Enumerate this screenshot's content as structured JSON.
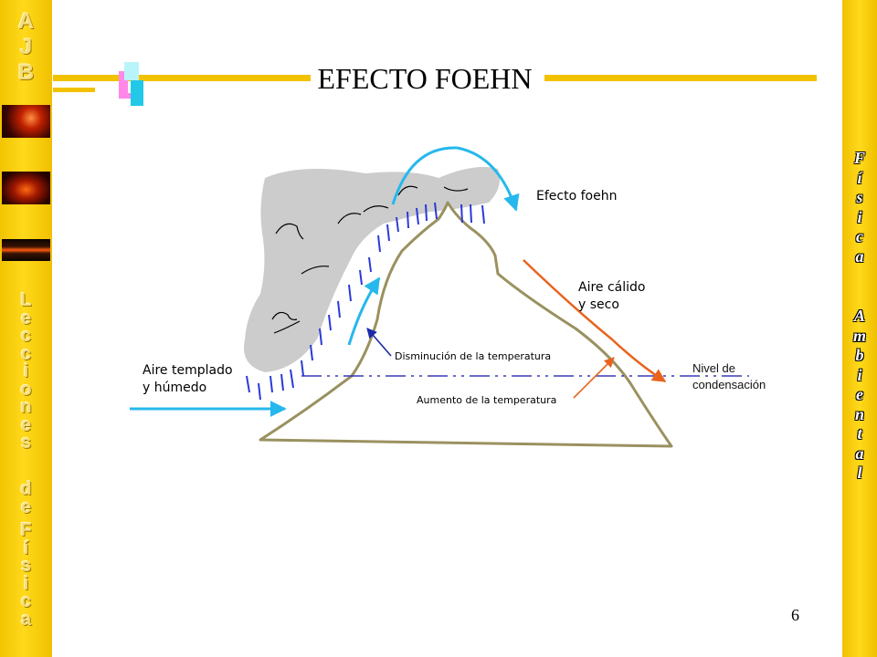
{
  "slide": {
    "title": "EFECTO FOEHN",
    "page_number": "6"
  },
  "left_sidebar": {
    "initials": [
      "A",
      "J",
      "B"
    ],
    "word_lecciones": "L\ne\nc\nc\ni\no\nn\ne\ns",
    "word_de": "d\ne",
    "word_fisica": "F\ní\ns\ni\nc\na"
  },
  "right_sidebar": {
    "word_fisica": "F\ní\ns\ni\nc\na",
    "word_ambiental": "A\nm\nb\ni\ne\nn\nt\na\nl"
  },
  "diagram": {
    "labels": {
      "efecto_foehn": "Efecto foehn",
      "aire_calido_1": "Aire cálido",
      "aire_calido_2": "y seco",
      "aire_templado_1": "Aire templado",
      "aire_templado_2": "y húmedo",
      "disminucion": "Disminución de la temperatura",
      "aumento": "Aumento de la temperatura",
      "nivel_1": "Nivel de",
      "nivel_2": "condensación"
    },
    "colors": {
      "cold_air": "#26b8ec",
      "warm_air": "#e8641e",
      "rain": "#2a3ad8",
      "mountain": "#9a9160",
      "cloud": "#cccccc",
      "condensation_line": "#3838b8",
      "pointer": "#1a2aa8"
    }
  }
}
